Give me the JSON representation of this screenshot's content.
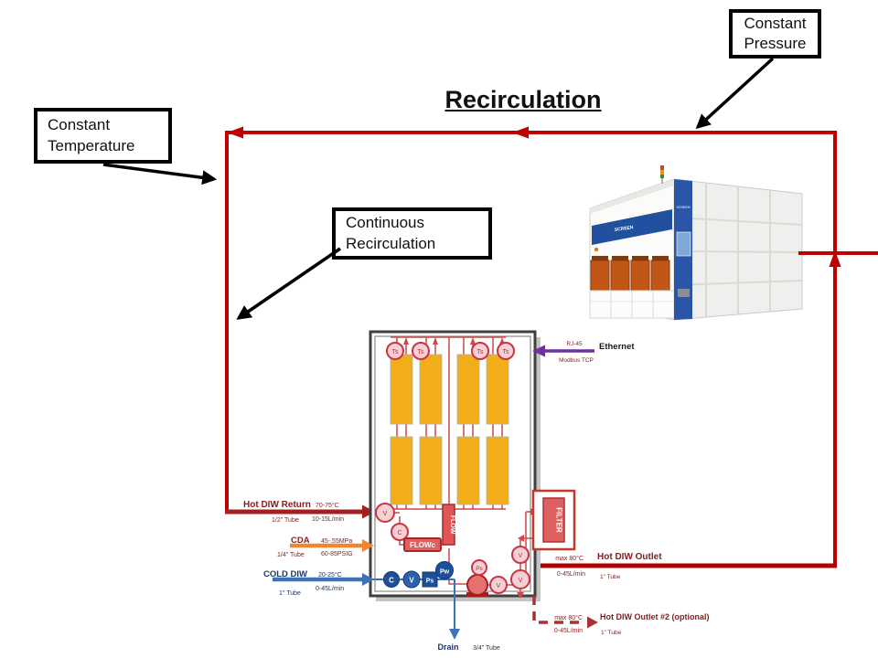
{
  "title": "Recirculation",
  "callouts": {
    "constant_pressure": "Constant\nPressure",
    "constant_temperature": "Constant\nTemperature",
    "continuous_recirculation": "Continuous\nRecirculation"
  },
  "machine": {
    "brand": "SCREEN"
  },
  "ethernet": {
    "label": "Ethernet",
    "connector": "RJ-45",
    "protocol": "Modbus TCP"
  },
  "inlets": {
    "hot_diw_return": {
      "label": "Hot DIW Return",
      "temp": "70-75°C",
      "tube": "1/2\" Tube",
      "flow": "10-15L/min"
    },
    "cda": {
      "label": "CDA",
      "pressure": "45-.55MPa",
      "tube": "1/4\" Tube",
      "pressure_psig": "60-85PSIG"
    },
    "cold_diw": {
      "label": "COLD DIW",
      "temp": "20-25°C",
      "flow": "0-45L/min",
      "tube": "1\" Tube"
    }
  },
  "outlets": {
    "hot_diw_outlet": {
      "label": "Hot DIW Outlet",
      "temp": "max 80°C",
      "flow": "0-45L/min",
      "tube": "1\" Tube"
    },
    "hot_diw_outlet2": {
      "label": "Hot DIW Outlet #2 (optional)",
      "temp": "max 80°C",
      "flow": "0-45L/min",
      "tube": "1\" Tube"
    },
    "drain": {
      "label": "Drain",
      "tube": "3/4\" Tube"
    }
  },
  "components": {
    "filter": "FILTER",
    "flow_meter": "FLOW",
    "flow_controller": "FLOWc",
    "temp_sensor": "Ts",
    "valve": "V",
    "check": "C",
    "pressure_sensor": "Ps",
    "pressure_water": "Pw"
  },
  "colors": {
    "loop_red": "#c00000",
    "return_red": "#a42020",
    "cda_orange": "#ef8632",
    "cold_blue": "#3b72b8",
    "ethernet_purple": "#7030a0",
    "tank_yellow": "#f1ae19",
    "schematic_red": "#c0392b",
    "component_blue": "#1d4f9c"
  }
}
